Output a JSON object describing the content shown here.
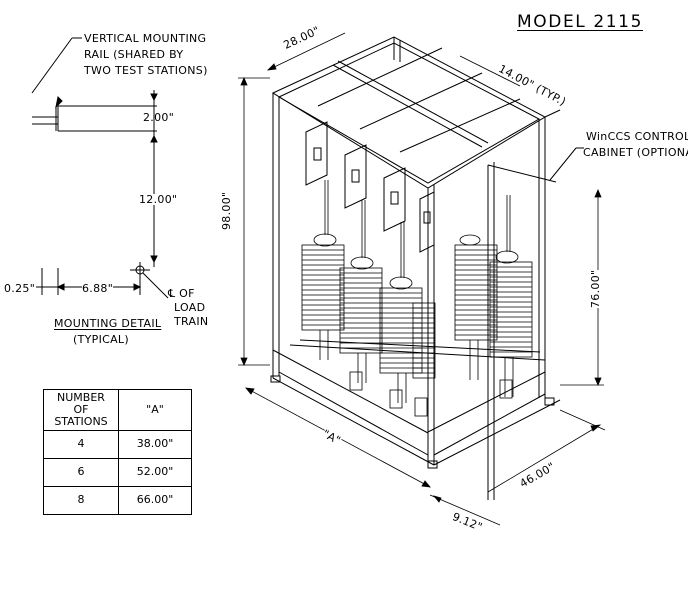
{
  "model_title": "MODEL 2115",
  "callouts": {
    "vertical_rail": [
      "VERTICAL MOUNTING",
      "RAIL (SHARED BY",
      "TWO TEST STATIONS)"
    ],
    "wincss": [
      "WinCCS CONTROL",
      "CABINET (OPTIONAL)"
    ],
    "load_train": [
      "℄ OF",
      "LOAD",
      "TRAIN"
    ]
  },
  "dimensions": {
    "width_top": "28.00\"",
    "station_pitch": "14.00\" (TYP.)",
    "height": "98.00\"",
    "inner_height": "76.00\"",
    "length": "\"A\"",
    "depth": "46.00\"",
    "cabinet_offset": "9.12\""
  },
  "mounting_detail": {
    "title": "MOUNTING DETAIL",
    "subtitle": "(TYPICAL)",
    "dim_top": "2.00\"",
    "dim_mid": "12.00\"",
    "dim_left": "0.25\"",
    "dim_right": "6.88\""
  },
  "stations_table": {
    "headers": [
      "NUMBER OF STATIONS",
      "\"A\""
    ],
    "rows": [
      [
        "4",
        "38.00\""
      ],
      [
        "6",
        "52.00\""
      ],
      [
        "8",
        "66.00\""
      ]
    ]
  }
}
